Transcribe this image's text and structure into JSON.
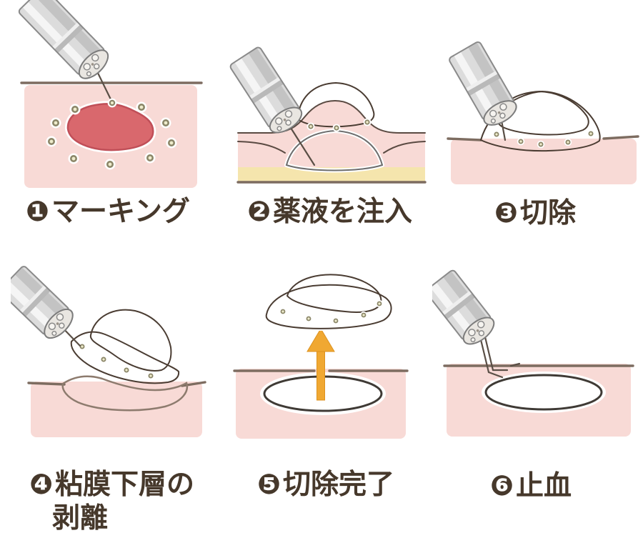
{
  "figure": {
    "steps": [
      {
        "badge": "❶",
        "label": "マーキング",
        "label_line2": ""
      },
      {
        "badge": "❷",
        "label": "薬液を注入",
        "label_line2": ""
      },
      {
        "badge": "❸",
        "label": "切除",
        "label_line2": ""
      },
      {
        "badge": "❹",
        "label": "粘膜下層の",
        "label_line2": "剥離"
      },
      {
        "badge": "❺",
        "label": "切除完了",
        "label_line2": ""
      },
      {
        "badge": "❻",
        "label": "止血",
        "label_line2": ""
      }
    ],
    "colors": {
      "background": "#ffffff",
      "label_text": "#46382b",
      "mucosa_pink": "#f8dad6",
      "surface_line": "#7d6c60",
      "lesion_red": "#d9686d",
      "lesion_dark_red": "#c04f58",
      "outline_dark": "#4a3c32",
      "marker_ring": "#8b8668",
      "marker_center": "#eeeccc",
      "injection_blue": "#aedcf2",
      "submucosa_yellow": "#f5e5ad",
      "wound_cream": "#f6eec6",
      "arrow_orange": "#f0a832"
    }
  }
}
